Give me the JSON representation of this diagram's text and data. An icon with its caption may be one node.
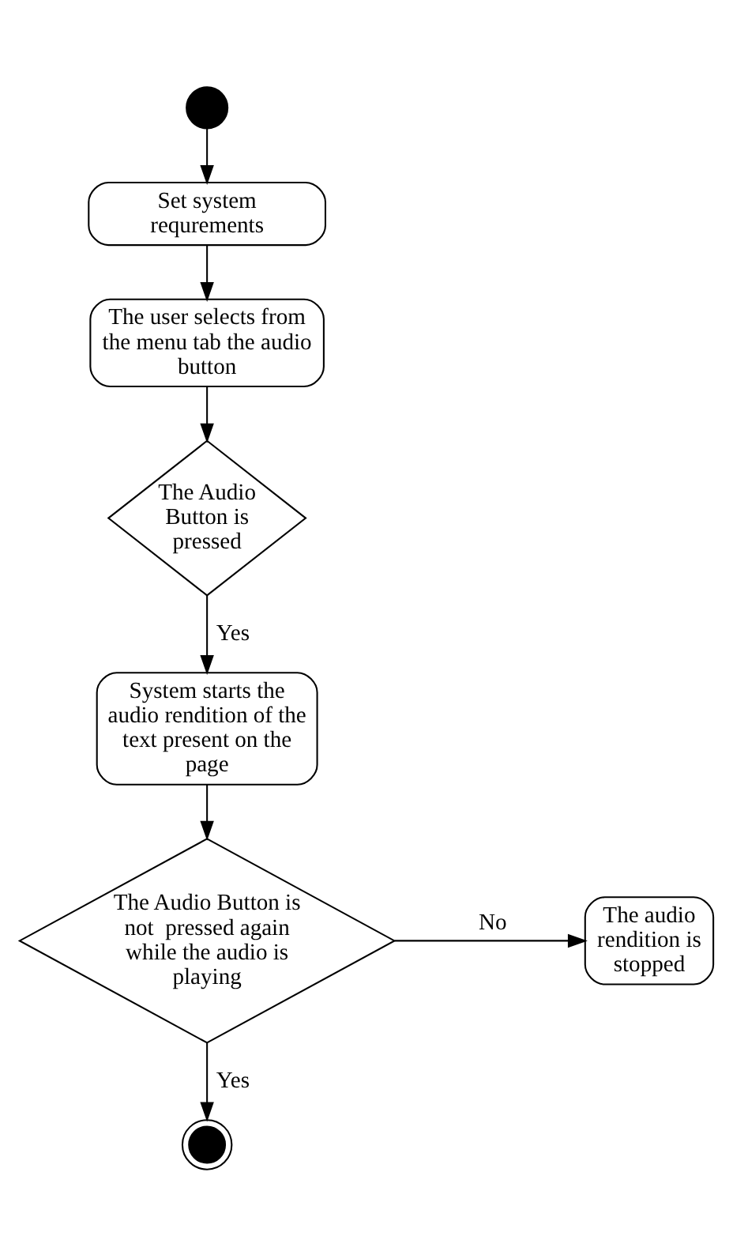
{
  "diagram": {
    "nodes": [
      {
        "text": [],
        "shape": "circle"
      },
      {
        "text": [
          "Set system requrements"
        ]
      },
      {
        "text": [
          "The user selects from the menu tab the audio button"
        ]
      },
      {
        "text": [
          "The Audio Button is pressed"
        ]
      },
      {
        "text": [
          "System starts the audio rendition of the text present on the page"
        ]
      },
      {
        "text": [
          "The Audio Button is not  pressed again while the audio is playing"
        ]
      },
      {
        "text": [
          "The audio rendition is stopped"
        ]
      },
      {
        "text": [],
        "shape": "circle"
      }
    ],
    "edges": [
      {
        "from": 0,
        "to": 1,
        "arrow": "to"
      },
      {
        "from": 1,
        "to": 2,
        "arrow": "to"
      },
      {
        "from": 2,
        "to": 3,
        "arrow": "to"
      },
      {
        "from": 3,
        "to": 4,
        "arrow": "to",
        "label": "Yes"
      },
      {
        "from": 4,
        "to": 5,
        "arrow": "to"
      },
      {
        "from": 5,
        "to": 6,
        "arrow": "to",
        "label": "No"
      },
      {
        "from": 5,
        "to": 7,
        "arrow": "to",
        "label": "Yes"
      }
    ]
  }
}
